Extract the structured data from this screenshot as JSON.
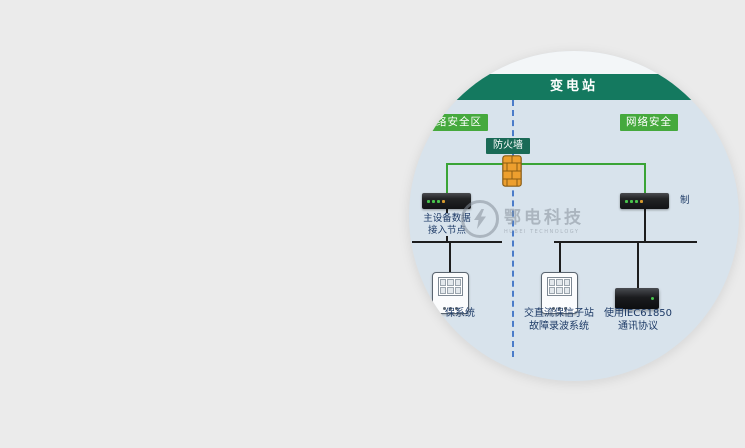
{
  "page": {
    "background_color": "#ebebeb"
  },
  "diagram": {
    "header": {
      "title": "变电站",
      "bar_color": "#14795f"
    },
    "zones": {
      "left_label": "络安全区",
      "right_label": "网络安全",
      "badge_color": "#45a93d"
    },
    "firewall": {
      "label": "防火墙",
      "badge_color": "#1a6a56",
      "icon": "firewall-brick-icon",
      "icon_color": "#ed9f2e"
    },
    "connections": {
      "lan_line_color": "#3aa436",
      "bus_line_color": "#1d1d1d",
      "security_divider_color": "#4b7cc9"
    },
    "labels": {
      "access_node": [
        "主设备数据",
        "接入节点"
      ],
      "switch_right_partial": "制",
      "bottom_left": "保系统",
      "bottom_middle": [
        "交直流保信子站",
        "故障录波系统"
      ],
      "bottom_right": [
        "使用IEC61850",
        "通讯协议"
      ],
      "text_color": "#1d3a66"
    },
    "watermark": {
      "brand": "鄂电科技",
      "subtitle": "HUBEI TECHNOLOGY",
      "icon": "lightning-bolt-icon"
    }
  }
}
